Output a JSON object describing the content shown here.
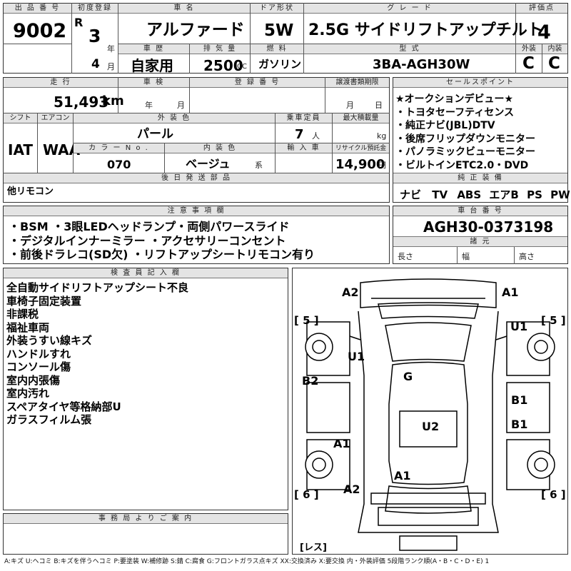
{
  "header": {
    "lot_label": "出 品 番 号",
    "lot_number": "9002",
    "reg_label": "初度登録",
    "era": "R",
    "reg_year": "3",
    "year_unit": "年",
    "reg_month": "4",
    "month_unit": "月",
    "name_label": "車 名",
    "car_name": "アルファード",
    "door_label": "ドア形状",
    "door_type": "5W",
    "grade_label": "グ レ ー ド",
    "grade": "2.5G サイドリフトアップチルト",
    "score_label": "評価点",
    "score": "4",
    "history_label": "車 歴",
    "history": "自家用",
    "disp_label": "排 気 量",
    "displacement": "2500",
    "disp_unit": "CC",
    "fuel_label": "燃 料",
    "fuel": "ガソリン",
    "model_label": "型 式",
    "model_code": "3BA-AGH30W",
    "ext_label": "外装",
    "ext_grade": "C",
    "int_label": "内装",
    "int_grade": "C"
  },
  "row2": {
    "mileage_label": "走 行",
    "mileage": "51,493",
    "mileage_unit": "km",
    "inspection_label": "車 検",
    "insp_year_unit": "年",
    "insp_month_unit": "月",
    "regno_label": "登 録 番 号",
    "transfer_label": "譲渡書類期限",
    "transfer_month_unit": "月",
    "transfer_day_unit": "日",
    "shift_label": "シフト",
    "shift": "IAT",
    "ac_label": "エアコン",
    "ac": "WAA",
    "color_label": "外 装 色",
    "color": "パール",
    "capacity_label": "乗車定員",
    "capacity": "7",
    "capacity_unit": "人",
    "load_label": "最大積載量",
    "load_unit": "kg",
    "colorno_label": "カ ラ ー N o .",
    "colorno": "070",
    "interior_label": "内 装 色",
    "interior": "ベージュ",
    "interior_unit": "系",
    "import_label": "輸 入 車",
    "recycle_label": "リサイクル預託金",
    "recycle": "14,900",
    "recycle_unit": "円",
    "later_label": "後 日 発 送 部 品",
    "later_parts": "他リモコン"
  },
  "sales": {
    "label": "セールスポイント",
    "items": [
      "★オークションデビュー★",
      "・トヨタセーフティセンス",
      "・純正ナビ(JBL)DTV",
      "・後席フリップダウンモニター",
      "・パノラミックビューモニター",
      "・ビルトインETC2.0・DVD"
    ],
    "equip_label": "純 正 装 備",
    "equipment": [
      "ナビ",
      "TV",
      "ABS",
      "エアB",
      "PS",
      "PW"
    ]
  },
  "notes": {
    "label": "注 意 事 項 欄",
    "lines": [
      "・BSM ・3眼LEDヘッドランプ・両側パワースライド",
      "・デジタルインナーミラー ・アクセサリーコンセント",
      "・前後ドラレコ(SD欠) ・リフトアップシートリモコン有り"
    ]
  },
  "chassis": {
    "label": "車 台 番 号",
    "number": "AGH30-0373198",
    "dims_label": "諸 元",
    "length_label": "長さ",
    "width_label": "幅",
    "height_label": "高さ"
  },
  "inspector": {
    "label": "検 査 員 記 入 欄",
    "lines": [
      "全自動サイドリフトアップシート不良",
      "車椅子固定装置",
      "非課税",
      "福祉車両",
      "外装うすい線キズ",
      "ハンドルすれ",
      "コンソール傷",
      "室内内張傷",
      "室内汚れ",
      "スペアタイヤ等格納部U",
      "ガラスフィルム張"
    ]
  },
  "diagram": {
    "marks": [
      "A2",
      "A1",
      "U1",
      "U1",
      "B2",
      "G",
      "B1",
      "B1",
      "U2",
      "A1",
      "A1",
      "A2"
    ],
    "tire_fl": "[ 5 ]",
    "tire_fr": "[ 5 ]",
    "tire_rl": "[ 6 ]",
    "tire_rr": "[ 6 ]",
    "spare": "[レス]"
  },
  "office": {
    "label": "事 務 局 よ り ご 案 内"
  },
  "legend": "A:キズ U:ヘコミ B:キズを伴うヘコミ P:要塗装 W:補修跡 S:錆 C:腐食 G:フロントガラス点キズ XX:交換済み X:要交換 内・外装評価 5段階ランク順(A・B・C・D・E) 1"
}
